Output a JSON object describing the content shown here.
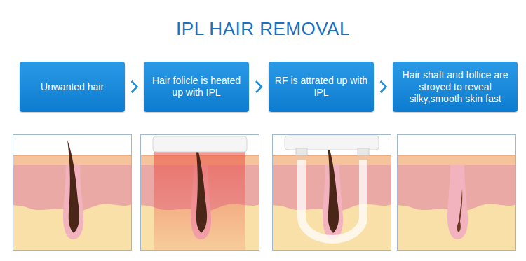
{
  "diagram": {
    "title": "IPL HAIR REMOVAL",
    "nodes": [
      {
        "text": [
          "Unwanted hair"
        ]
      },
      {
        "text": [
          "Hair folicle is heated up with IPL"
        ]
      },
      {
        "text": [
          "RF is attrated up with IPL"
        ]
      },
      {
        "text": [
          "Hair shaft and follice are stroyed to reveal silky,smooth skin fast"
        ]
      }
    ],
    "edges": [
      {
        "from": 0,
        "to": 1,
        "arrow": "to"
      },
      {
        "from": 1,
        "to": 2,
        "arrow": "to"
      },
      {
        "from": 2,
        "to": 3,
        "arrow": "to"
      }
    ]
  }
}
